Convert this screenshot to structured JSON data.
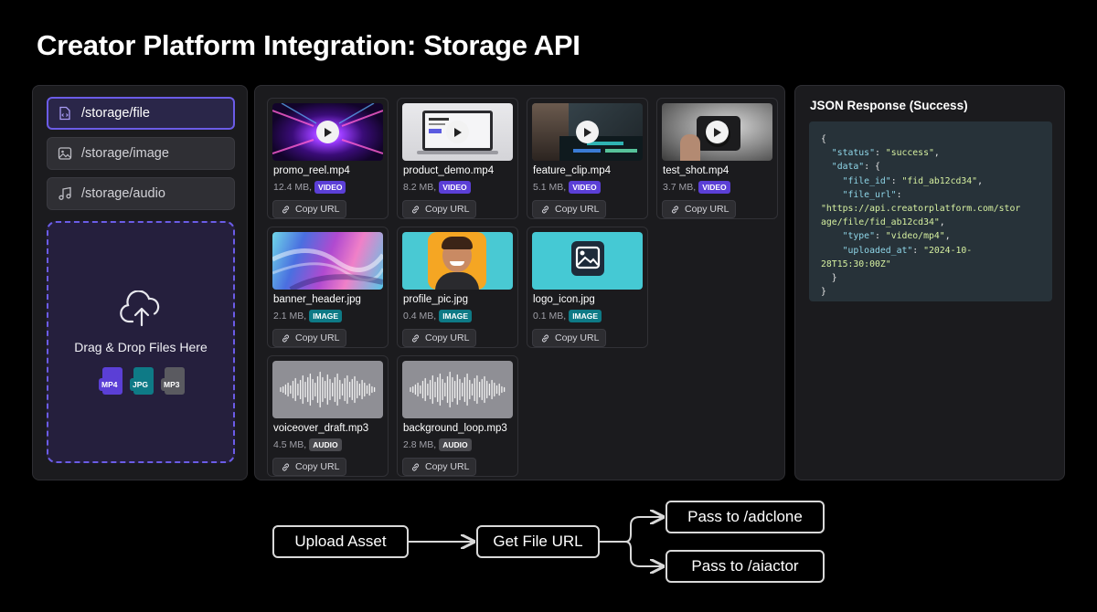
{
  "title": "Creator Platform Integration: Storage API",
  "routes": [
    {
      "label": "/storage/file",
      "icon": "file-code-icon"
    },
    {
      "label": "/storage/image",
      "icon": "image-icon"
    },
    {
      "label": "/storage/audio",
      "icon": "music-note-icon"
    }
  ],
  "dropzone": {
    "text": "Drag & Drop Files Here",
    "icon": "cloud-upload-icon",
    "file_types": [
      "MP4",
      "JPG",
      "MP3"
    ]
  },
  "files": [
    {
      "name": "promo_reel.mp4",
      "size": "12.4 MB,",
      "type": "VIDEO",
      "thumb": "neon-corridor"
    },
    {
      "name": "product_demo.mp4",
      "size": "8.2 MB,",
      "type": "VIDEO",
      "thumb": "laptop"
    },
    {
      "name": "feature_clip.mp4",
      "size": "5.1 MB,",
      "type": "VIDEO",
      "thumb": "editing-desk"
    },
    {
      "name": "test_shot.mp4",
      "size": "3.7 MB,",
      "type": "VIDEO",
      "thumb": "camera"
    },
    {
      "name": "banner_header.jpg",
      "size": "2.1 MB,",
      "type": "IMAGE",
      "thumb": "abstract-swirl"
    },
    {
      "name": "profile_pic.jpg",
      "size": "0.4 MB,",
      "type": "IMAGE",
      "thumb": "portrait"
    },
    {
      "name": "logo_icon.jpg",
      "size": "0.1 MB,",
      "type": "IMAGE",
      "thumb": "image-logo"
    },
    {
      "name": "voiceover_draft.mp3",
      "size": "4.5 MB,",
      "type": "AUDIO",
      "thumb": "waveform"
    },
    {
      "name": "background_loop.mp3",
      "size": "2.8 MB,",
      "type": "AUDIO",
      "thumb": "waveform"
    }
  ],
  "copy_label": "Copy URL",
  "response": {
    "title": "JSON Response (Success)",
    "status": "success",
    "file_id": "fid_ab12cd34",
    "file_url_line1": "https://api.creatorplatform.com/stor",
    "file_url_line2": "age/file/fid_ab12cd34\"",
    "type": "video/mp4",
    "uploaded_at_line1": "2024-10-",
    "uploaded_at_line2": "28T15:30:00Z\""
  },
  "flow": {
    "upload": "Upload Asset",
    "get_url": "Get File URL",
    "adclone": "Pass to /adclone",
    "aiactor": "Pass to /aiactor"
  },
  "colors": {
    "accent": "#6b5ce7",
    "video_badge": "#5b3fd6",
    "image_badge": "#0e7a86",
    "audio_badge": "#4a4a4f"
  }
}
